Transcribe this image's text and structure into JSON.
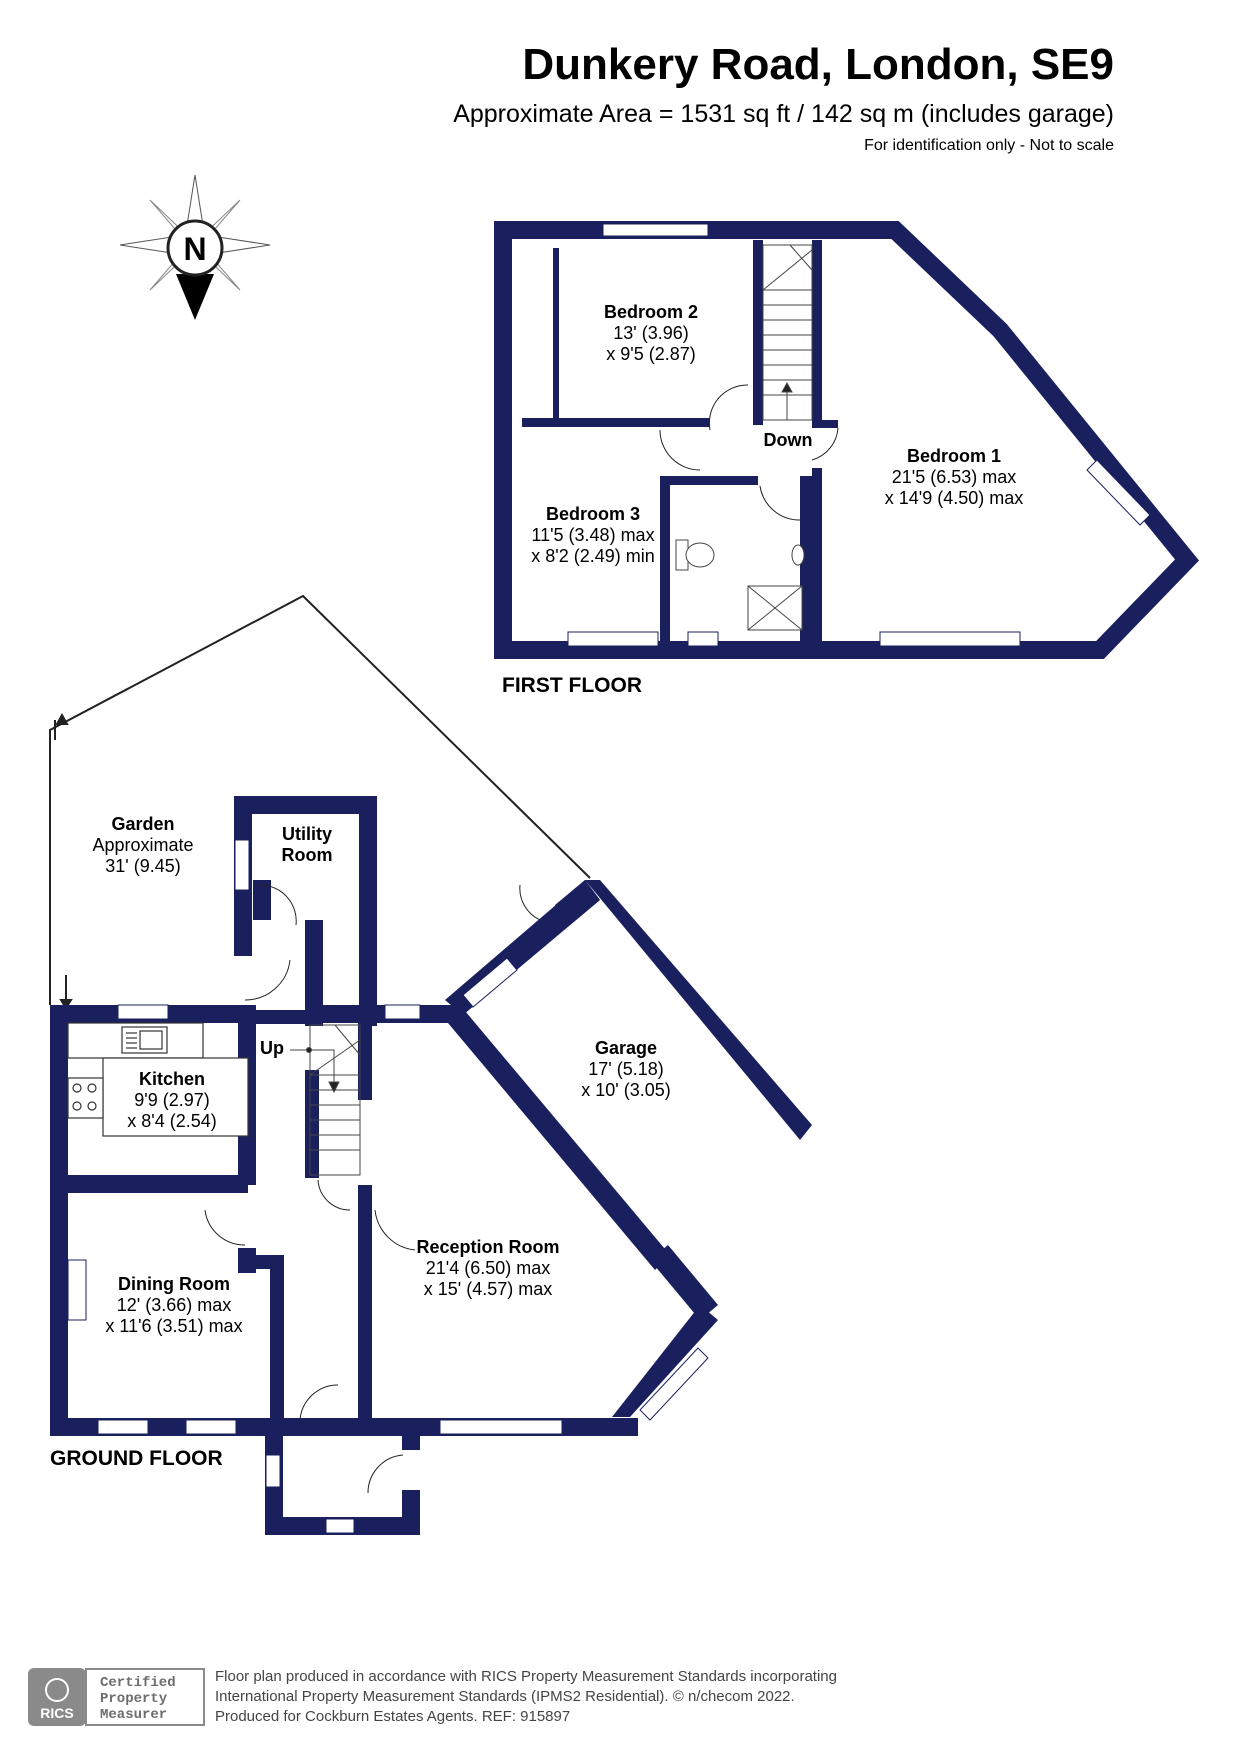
{
  "header": {
    "title": "Dunkery Road, London, SE9",
    "subtitle": "Approximate Area = 1531 sq ft / 142 sq m (includes garage)",
    "note": "For identification only - Not to scale"
  },
  "compass": {
    "label": "N",
    "icon": "compass-rose-icon"
  },
  "first_floor": {
    "label": "FIRST FLOOR",
    "rooms": [
      {
        "name": "Bedroom 2",
        "dim1": "13' (3.96)",
        "dim2": "x 9'5 (2.87)"
      },
      {
        "name": "Bedroom 1",
        "dim1": "21'5 (6.53) max",
        "dim2": "x 14'9 (4.50) max"
      },
      {
        "name": "Bedroom 3",
        "dim1": "11'5 (3.48) max",
        "dim2": "x 8'2 (2.49) min"
      }
    ],
    "stairs_label": "Down"
  },
  "ground_floor": {
    "label": "GROUND FLOOR",
    "garden": {
      "name": "Garden",
      "dim1": "Approximate",
      "dim2": "31' (9.45)"
    },
    "utility": {
      "line1": "Utility",
      "line2": "Room"
    },
    "kitchen": {
      "name": "Kitchen",
      "dim1": "9'9 (2.97)",
      "dim2": "x 8'4 (2.54)"
    },
    "garage": {
      "name": "Garage",
      "dim1": "17' (5.18)",
      "dim2": "x 10' (3.05)"
    },
    "dining": {
      "name": "Dining Room",
      "dim1": "12' (3.66) max",
      "dim2": "x 11'6 (3.51) max"
    },
    "reception": {
      "name": "Reception Room",
      "dim1": "21'4 (6.50) max",
      "dim2": "x 15' (4.57) max"
    },
    "stairs_label": "Up"
  },
  "footer": {
    "badge_line1": "Certified",
    "badge_line2": "Property",
    "badge_line3": "Measurer",
    "badge_org": "RICS",
    "line1": "Floor plan produced in accordance with RICS Property Measurement Standards incorporating",
    "line2": "International Property Measurement Standards (IPMS2 Residential).   © n/checom 2022.",
    "line3": "Produced for Cockburn Estates Agents.   REF:  915897"
  },
  "colors": {
    "wall": "#1a1f5e",
    "text": "#000000",
    "footer_text": "#444444"
  }
}
